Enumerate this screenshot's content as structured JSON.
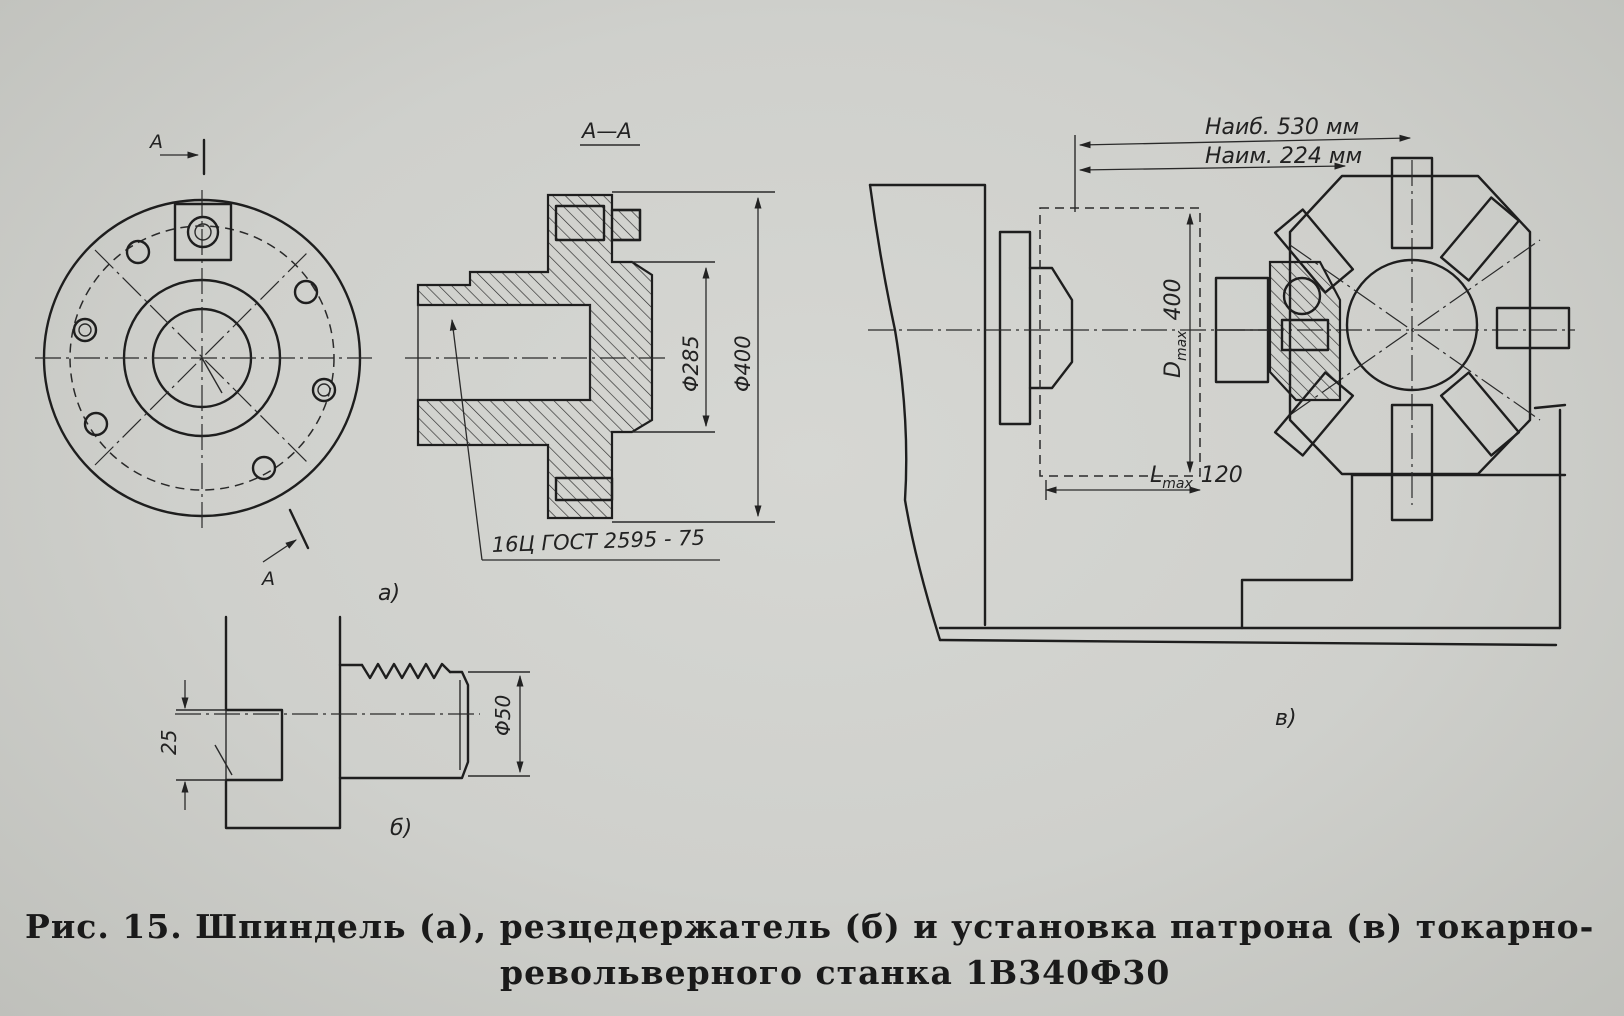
{
  "figure": {
    "view_a": {
      "section_marker_top": "А",
      "section_marker_bottom": "А",
      "section_title": "А—А",
      "dim_d285": "Φ285",
      "dim_d400": "Φ400",
      "thread_note": "16Ц ГОСТ 2595 - 75",
      "sublabel": "а)"
    },
    "view_b": {
      "dim_25": "25",
      "dim_d50": "Φ50",
      "sublabel": "б)"
    },
    "view_c": {
      "dim_max": "Наиб. 530 мм",
      "dim_min": "Наим. 224 мм",
      "dim_dmax": "D",
      "dim_dmax_sub": "max",
      "dim_dmax_value": "400",
      "dim_lmax": "L",
      "dim_lmax_sub": "max",
      "dim_lmax_value": "120",
      "sublabel": "в)"
    }
  },
  "caption": {
    "line1": "Рис. 15. Шпиндель (а), резцедержатель (б) и установка патрона (в) токарно-",
    "line2": "револьверного станка 1В340Ф30"
  }
}
